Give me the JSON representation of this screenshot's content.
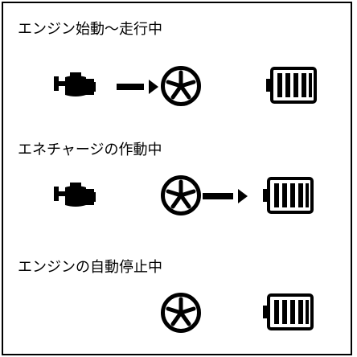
{
  "sections": [
    {
      "label": "エンジン始動～走行中",
      "icons": [
        "engine-icon",
        "arrow-right-icon",
        "wheel-icon",
        "battery-icon"
      ]
    },
    {
      "label": "エネチャージの作動中",
      "icons": [
        "engine-icon",
        "wheel-icon",
        "arrow-right-icon",
        "battery-icon"
      ]
    },
    {
      "label": "エンジンの自動停止中",
      "icons": [
        "wheel-icon",
        "battery-icon"
      ]
    }
  ],
  "colors": {
    "ink": "#000000",
    "background": "#ffffff"
  }
}
